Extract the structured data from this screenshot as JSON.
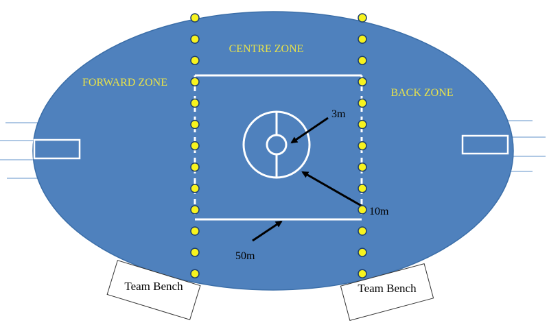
{
  "colors": {
    "field": "#4f81bd",
    "field_edge": "#3b6ea8",
    "lines": "#ffffff",
    "marker_fill": "#f7f31e",
    "marker_stroke": "#1f3f6b",
    "zone_text": "#e8e24a",
    "arrow": "#000000"
  },
  "zones": {
    "forward": "FORWARD ZONE",
    "centre": "CENTRE ZONE",
    "back": "BACK ZONE"
  },
  "measurements": {
    "inner_circle": "3m",
    "outer_circle": "10m",
    "square": "50m"
  },
  "benches": {
    "left": "Team Bench",
    "right": "Team Bench"
  },
  "icons": {
    "marker": "yellow-cone-marker",
    "arrow": "measurement-arrow"
  }
}
